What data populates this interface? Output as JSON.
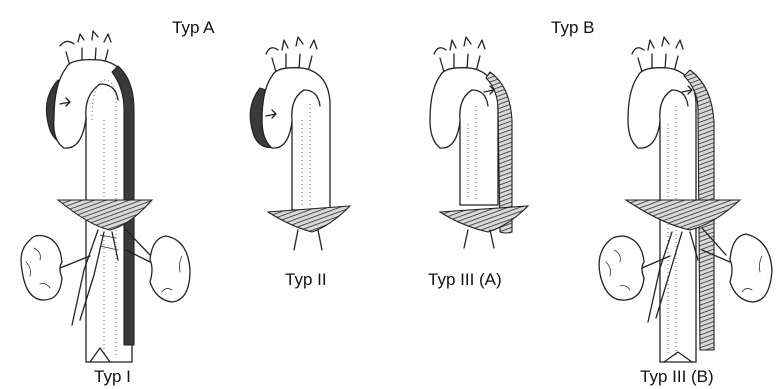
{
  "group_labels": {
    "type_a": "Typ A",
    "type_b": "Typ B"
  },
  "figures": [
    {
      "id": "typ-1",
      "label": "Typ I",
      "colors": {
        "dissection": "#3a3a3a"
      }
    },
    {
      "id": "typ-2",
      "label": "Typ II",
      "colors": {
        "dissection": "#3a3a3a"
      }
    },
    {
      "id": "typ-3a",
      "label": "Typ III (A)",
      "colors": {
        "dissection": "#3a3a3a"
      }
    },
    {
      "id": "typ-3b",
      "label": "Typ III (B)",
      "colors": {
        "dissection": "#3a3a3a"
      }
    }
  ]
}
